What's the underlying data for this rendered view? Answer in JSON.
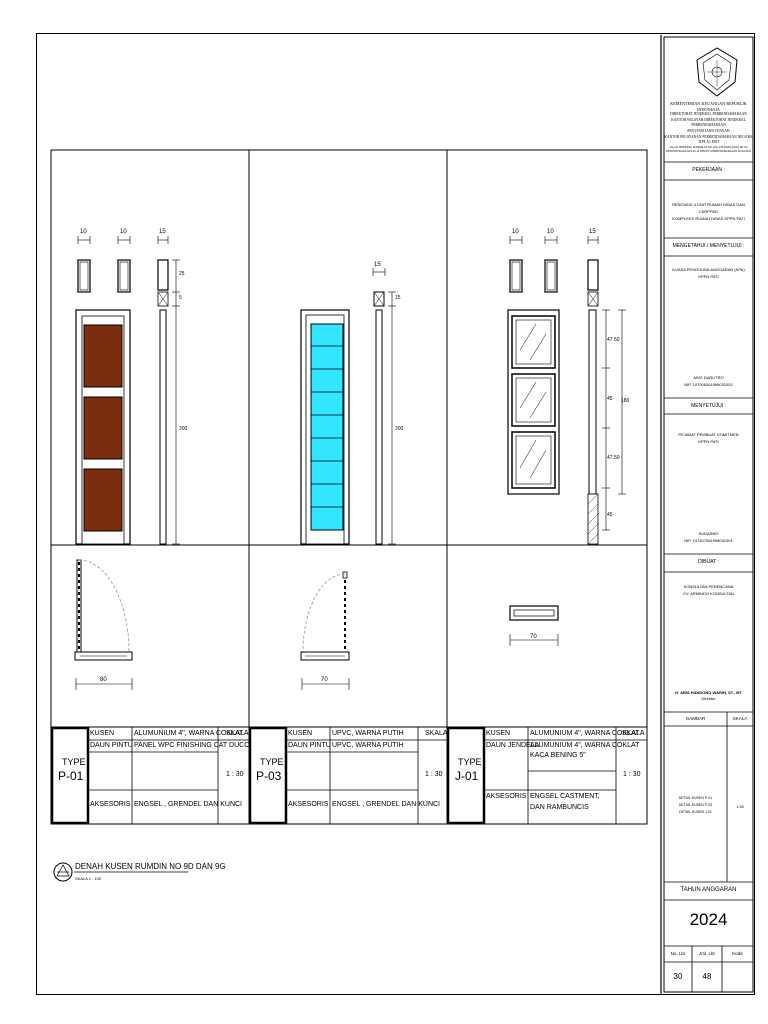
{
  "title_block": {
    "agency_lines": [
      "KEMENTERIAN KEUANGAN REPUBLIK INDONESIA",
      "DIREKTORAT JENDERAL PERBENDAHARAAN",
      "KANTOR WILAYAH DIREKTORAT JENDERAL PERBENDAHARAAN",
      "PROVINSI JAWA TENGAH",
      "KANTOR PELAYANAN PERBENDAHARAAN NEGARA TIPE A1 PATI",
      "JALAN JENDERAL SUDIRMAN NO. 65A, TELEPON (0295) 381154",
      "KEPANITERAAN KELAS IA KHUSUS PERBENDAHARAAN KOTA PATI"
    ],
    "pekerjaan_label": "PEKERJAAN :",
    "pekerjaan_lines": [
      "RENOVASI 4 UNIT RUMAH DINAS DAN CARPPAG",
      "KOMPLEKS RUMAH DINAS KPPN PATI"
    ],
    "mengetahui_label": "MENGETAHUI / MENYETUJUI :",
    "mengetahui_lines": [
      "KUASA PENGGUNA ANGGARAN (KPA)",
      "KPPN PATI"
    ],
    "kpa_name": "ARIS DARUTRO",
    "kpa_nip": "NIP. 197008261998031002",
    "menyetujui_label": "MENYETUJUI :",
    "ppk_lines": [
      "PEJABAT PEMBUAT KOMITMEN",
      "KPPN PATI"
    ],
    "ppk_name": "SUDARNO",
    "ppk_nip": "NIP. 197407061998031001",
    "dibuat_label": "DIBUAT :",
    "konsultan_lines": [
      "KONSULTAN PERENCANA",
      "CV. ARMINDO KONSULTAN"
    ],
    "director_name": "H. ARIS HANDONO WARIH, ST., MT",
    "director_title": "Direktur",
    "gambar_label": "GAMBAR",
    "skala_label": "SKALA",
    "gambar_items": [
      "DETAIL KUSEN P-01",
      "DETAIL KUSEN P-03",
      "DETAIL KUSEN J-01"
    ],
    "gambar_scale": "1:30",
    "tahun_label": "TAHUN ANGGARAN",
    "year": "2024",
    "no_lbr_label": "No. Lbr",
    "jml_lbr_label": "Jml. Lbr",
    "kode_label": "Kode",
    "no_lbr": "30",
    "jml_lbr": "48",
    "kode": ""
  },
  "panels": [
    {
      "type_label": "TYPE",
      "type_code": "P-01",
      "rows": [
        {
          "k": "KUSEN",
          "v": "ALUMUNIUM 4\", WARNA COKLAT"
        },
        {
          "k": "DAUN PINTU",
          "v": "PANEL WPC FINISHING CAT DUCO"
        },
        {
          "k": "AKSESORIS",
          "v": "ENGSEL , GRENDEL DAN KUNCI"
        }
      ],
      "skala_label": "SKALA",
      "skala": "1 : 30",
      "dims": [
        "10",
        "10",
        "15",
        "25",
        "5",
        "200"
      ],
      "plan_dim": "80"
    },
    {
      "type_label": "TYPE",
      "type_code": "P-03",
      "rows": [
        {
          "k": "KUSEN",
          "v": "UPVC, WARNA PUTIH"
        },
        {
          "k": "DAUN PINTU",
          "v": "UPVC, WARNA PUTIH"
        },
        {
          "k": "AKSESORIS",
          "v": "ENGSEL , GRENDEL DAN KUNCI"
        }
      ],
      "skala_label": "SKALA",
      "skala": "1 : 30",
      "dims": [
        "15",
        "15",
        "200"
      ],
      "plan_dim": "70"
    },
    {
      "type_label": "TYPE",
      "type_code": "J-01",
      "rows": [
        {
          "k": "KUSEN",
          "v": "ALUMUNIUM 4\", WARNA COKLAT"
        },
        {
          "k": "DAUN JENDELA",
          "v": "ALUMUNIUM 4\", WARNA COKLAT",
          "v2": "KACA BENING 5\""
        },
        {
          "k": "AKSESORIS",
          "v": "ENGSEL CASTMENT,",
          "v2": "DAN RAMBUNCIS"
        }
      ],
      "skala_label": "SKALA",
      "skala": "1 : 30",
      "dims": [
        "10",
        "10",
        "15",
        "47.50",
        "45",
        "47.50",
        "45",
        "180"
      ],
      "plan_dim": "70"
    }
  ],
  "drawing_title": "DENAH KUSEN RUMDIN NO 9D DAN 9G",
  "drawing_scale": "SKALA  1 : 100",
  "colors": {
    "line": "#000000",
    "wood": "#7a2e0e",
    "glass": "#33e6ff",
    "dash": "#888888"
  }
}
